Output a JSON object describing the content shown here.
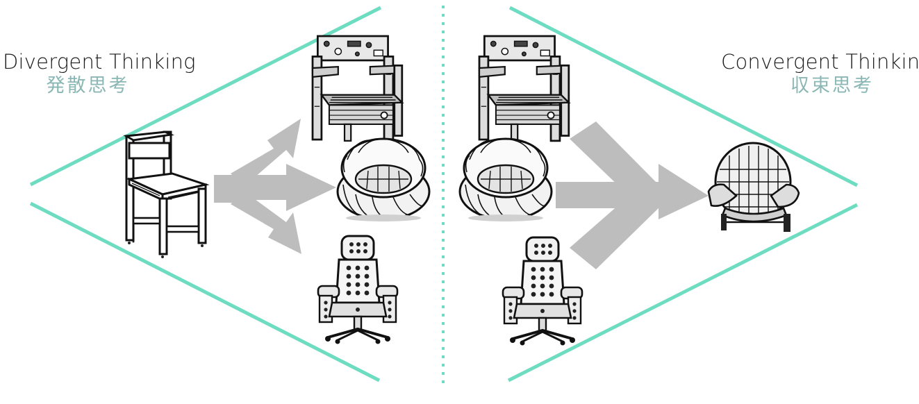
{
  "divergent": {
    "title": "Divergent Thinking",
    "subtitle": "発散思考"
  },
  "convergent": {
    "title": "Convergent Thinking",
    "subtitle": "収束思考"
  },
  "colors": {
    "diamond_lines": "#6ddcc0",
    "arrows": "#bdbdbd",
    "divider": "#6ddcc0",
    "subtitle": "#8ab7b4"
  },
  "icons": {
    "source": "simple-chair-icon",
    "divergent_ideas": [
      "ornate-armchair-icon",
      "round-cushion-chair-icon",
      "gaming-office-chair-icon"
    ],
    "convergent_inputs": [
      "ornate-armchair-icon",
      "round-cushion-chair-icon",
      "gaming-office-chair-icon"
    ],
    "result": "hybrid-chair-icon"
  }
}
